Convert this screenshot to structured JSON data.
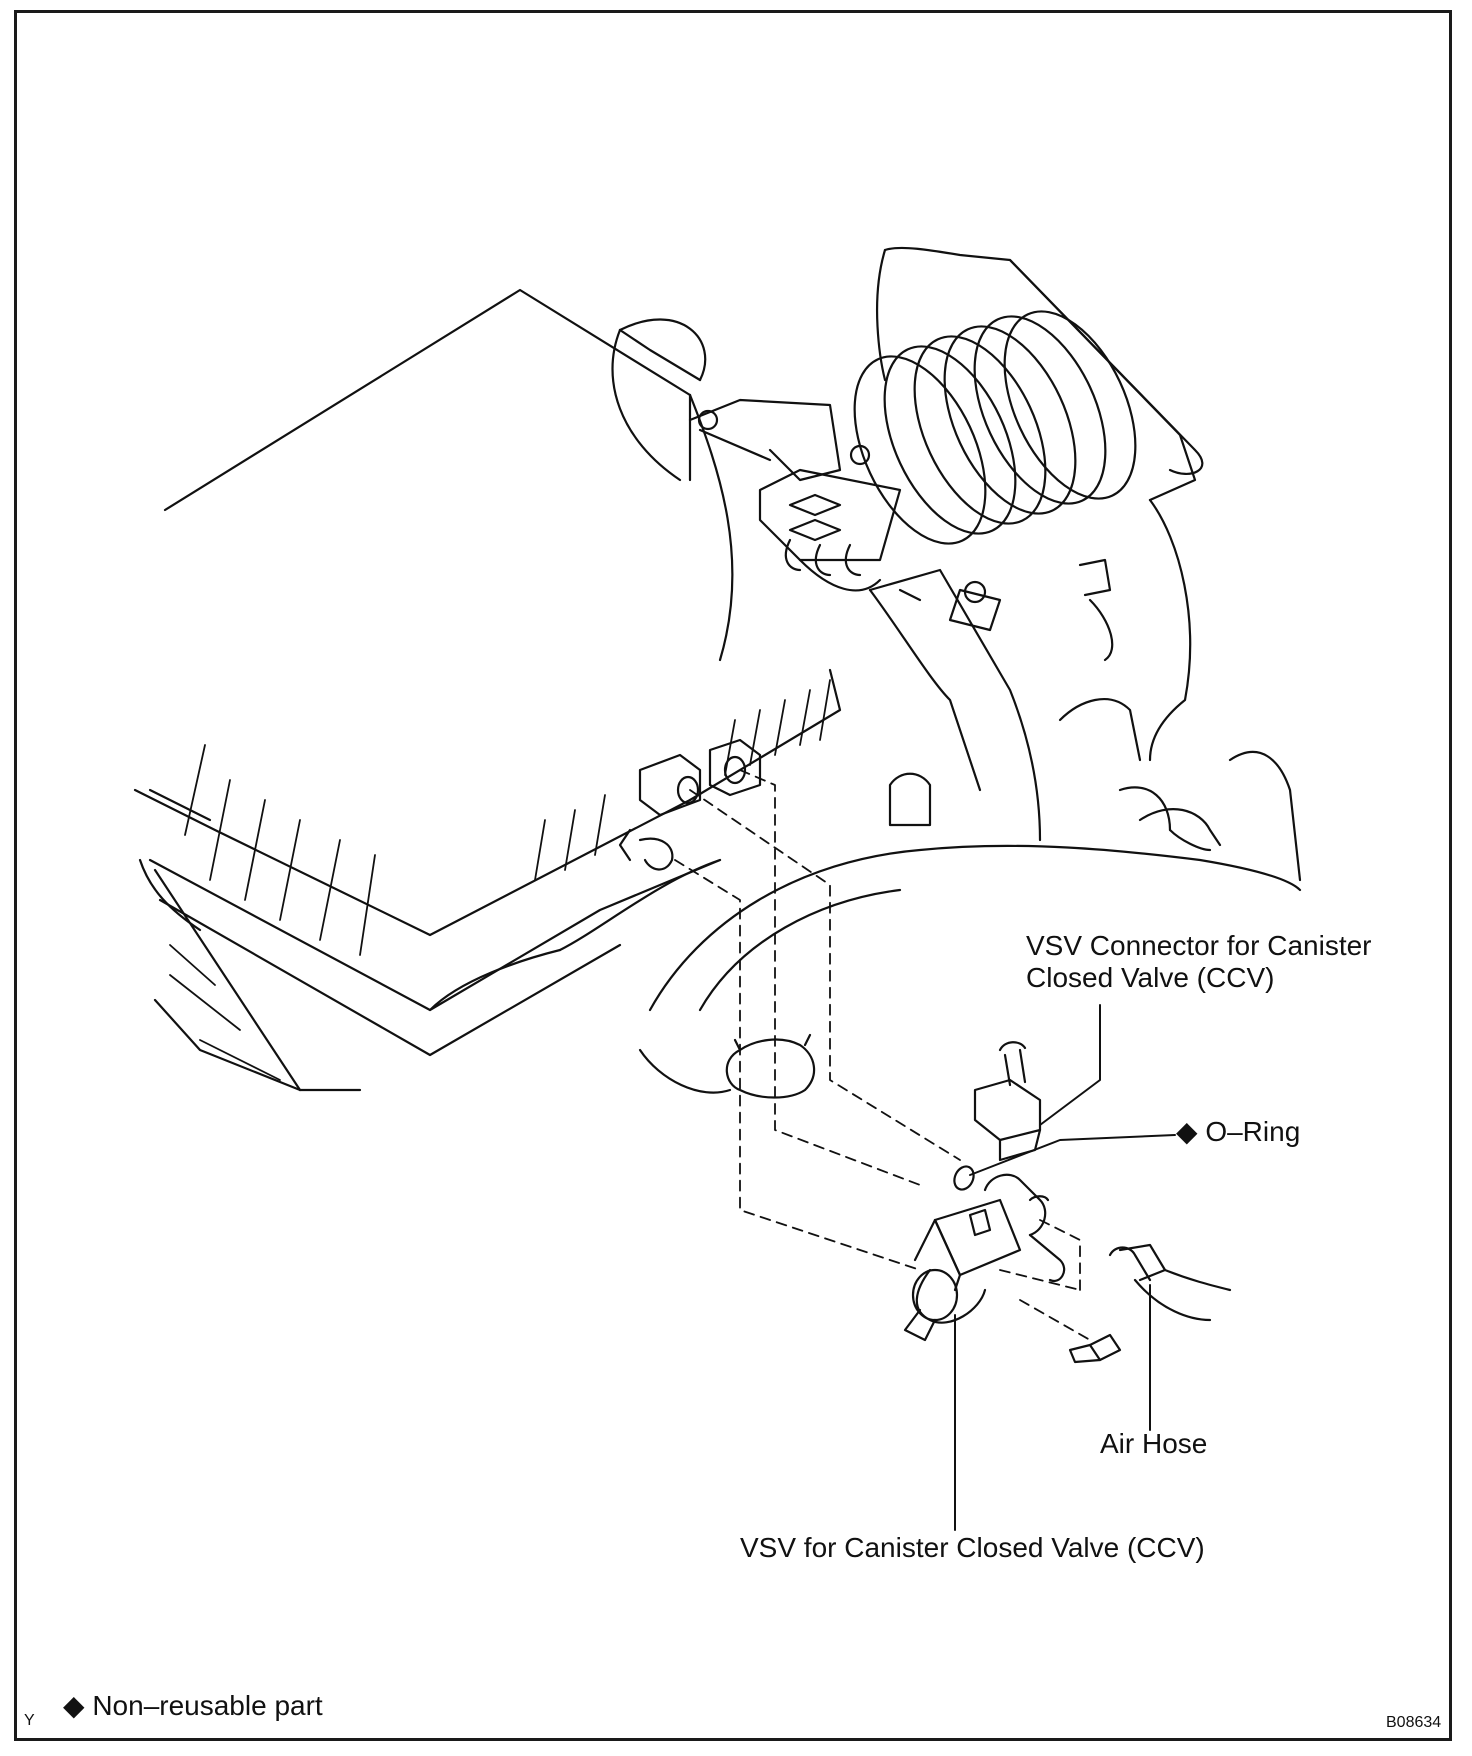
{
  "labels": {
    "vsv_connector_line1": "VSV Connector for Canister",
    "vsv_connector_line2": "Closed Valve (CCV)",
    "o_ring": "O–Ring",
    "air_hose": "Air Hose",
    "vsv_ccv": "VSV for Canister Closed Valve (CCV)",
    "legend": "Non–reusable part",
    "corner_letter": "Y",
    "figure_code": "B08634"
  },
  "symbols": {
    "non_reusable_marker": "◆"
  }
}
